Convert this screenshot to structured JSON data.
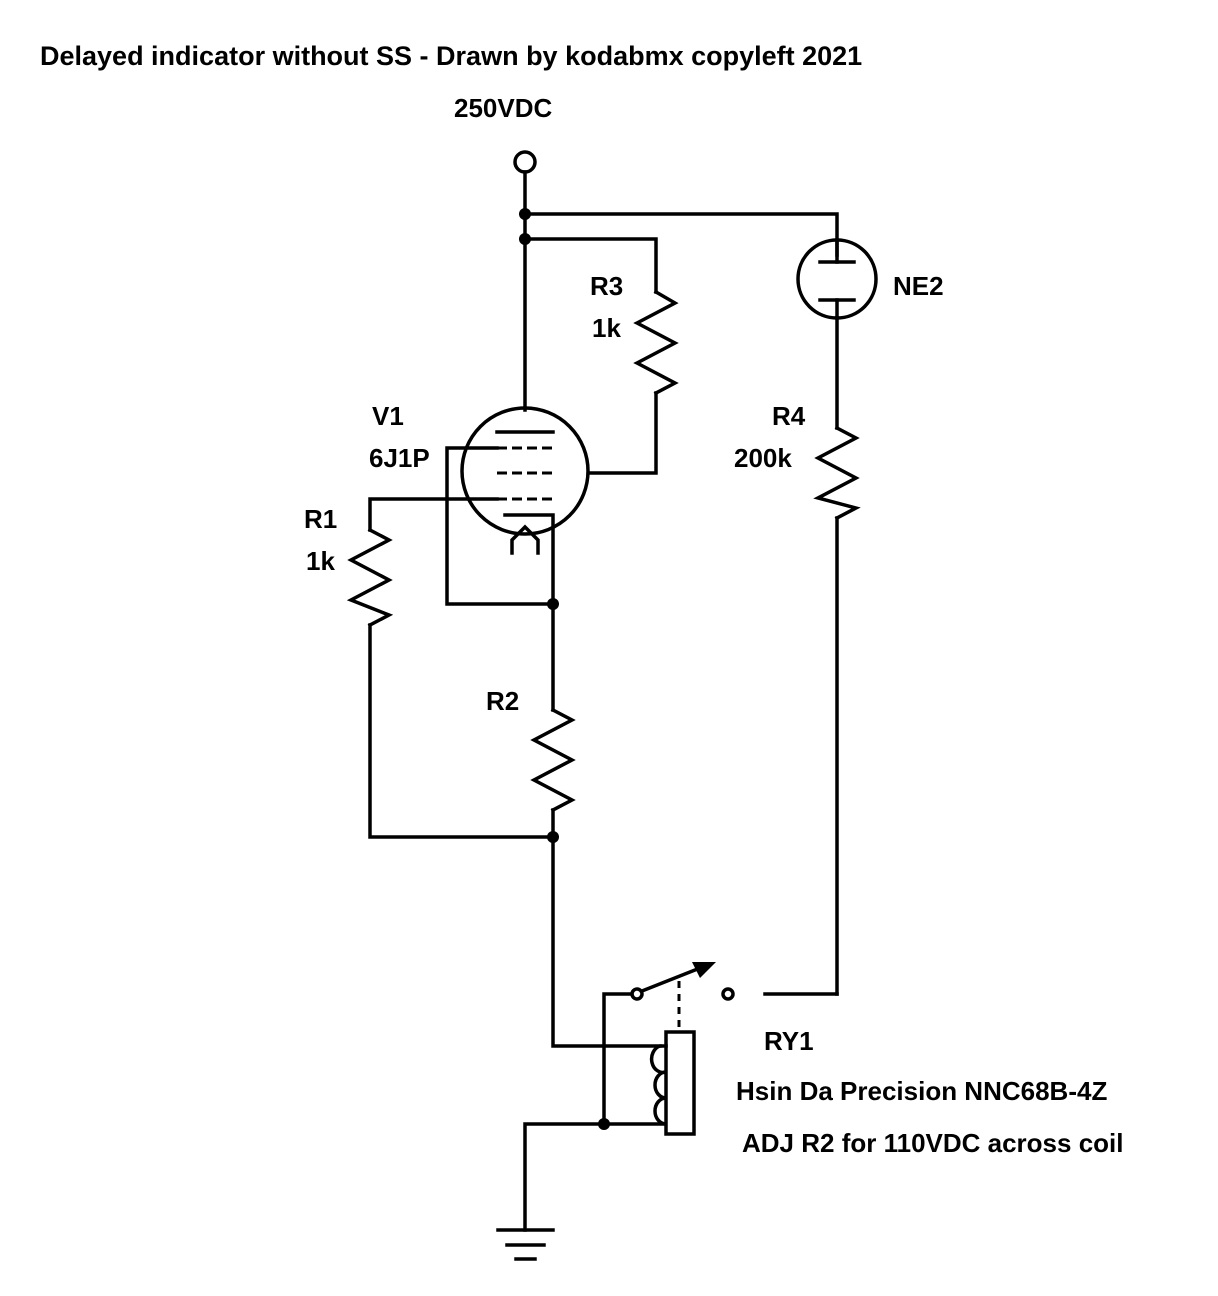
{
  "title": "Delayed indicator without SS - Drawn by kodabmx copyleft 2021",
  "supply": {
    "label": "250VDC"
  },
  "components": {
    "r1": {
      "ref": "R1",
      "value": "1k"
    },
    "r2": {
      "ref": "R2"
    },
    "r3": {
      "ref": "R3",
      "value": "1k"
    },
    "r4": {
      "ref": "R4",
      "value": "200k"
    },
    "v1": {
      "ref": "V1",
      "value": "6J1P"
    },
    "ne2": {
      "ref": "NE2"
    },
    "ry1": {
      "ref": "RY1",
      "part": "Hsin Da Precision NNC68B-4Z"
    }
  },
  "note": "ADJ R2 for 110VDC across coil"
}
